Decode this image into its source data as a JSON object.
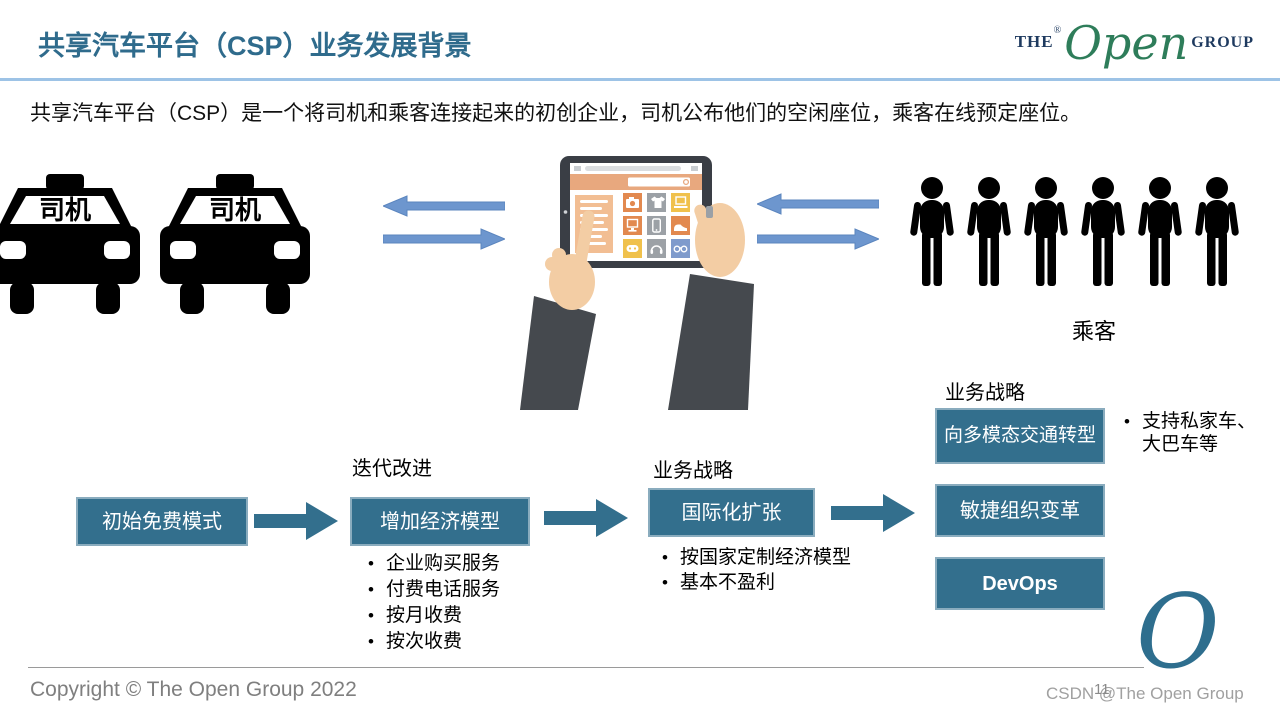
{
  "header": {
    "title": "共享汽车平台（CSP）业务发展背景",
    "logo": {
      "the": "THE",
      "reg": "®",
      "open": "Open",
      "group": "GROUP"
    }
  },
  "intro": {
    "text": "共享汽车平台（CSP）是一个将司机和乘客连接起来的初创企业，司机公布他们的空闲座位，乘客在线预定座位。"
  },
  "network": {
    "driver_label": "司机",
    "passenger_label": "乘客",
    "driver_count": 2,
    "passenger_count": 6
  },
  "flow": {
    "stage1": {
      "box": "初始免费模式"
    },
    "stage2": {
      "label": "迭代改进",
      "box": "增加经济模型",
      "bullets": [
        "企业购买服务",
        "付费电话服务",
        "按月收费",
        "按次收费"
      ]
    },
    "stage3": {
      "label": "业务战略",
      "box": "国际化扩张",
      "bullets": [
        "按国家定制经济模型",
        "基本不盈利"
      ]
    },
    "stage4": {
      "label": "业务战略",
      "boxes": [
        "向多模态交通转型",
        "敏捷组织变革",
        "DevOps"
      ],
      "bullet": "支持私家车、大巴车等"
    }
  },
  "footer": {
    "copyright": "Copyright © The Open Group 2022",
    "page": "11",
    "watermark": "CSDN @The Open Group",
    "o_mark": "O"
  },
  "icons": {
    "taxi": "taxi-icon",
    "person": "person-icon",
    "tablet": "tablet-in-hands-illustration",
    "arrow_left": "arrow-left-icon",
    "arrow_right": "arrow-right-icon",
    "flow_arrow": "flow-arrow-icon",
    "bullet": "bullet-dot"
  },
  "colors": {
    "title": "#2F6B8C",
    "rule": "#9DC3E6",
    "teal_box": "#336F8D",
    "teal_box_border": "#8AACBE",
    "blue_arrow": "#6D96CE",
    "logo_green": "#2E7D5A",
    "logo_navy": "#1E3A5F",
    "footer_gray": "#7F7F7F",
    "o_mark_teal": "#2E6E8E"
  }
}
